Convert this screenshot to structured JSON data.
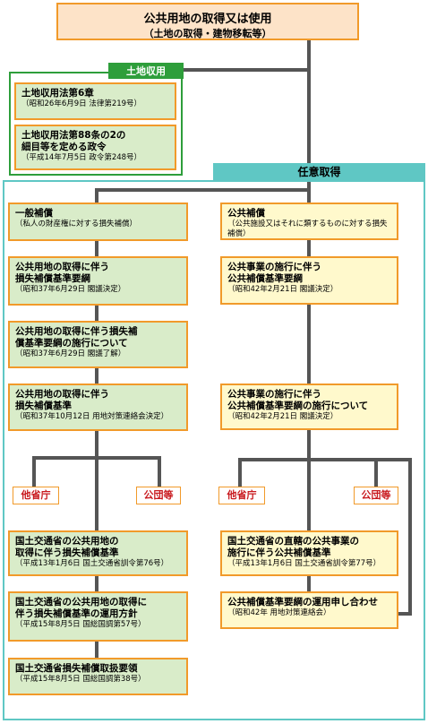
{
  "root": {
    "title": "公共用地の取得又は使用",
    "subtitle": "（土地の取得・建物移転等）"
  },
  "expropriation": {
    "label": "土地収用",
    "items": [
      {
        "title": "土地収用法第6章",
        "note": "（昭和26年6月9日 法律第219号）"
      },
      {
        "title": "土地収用法第88条の2の",
        "title2": "細目等を定める政令",
        "note": "（平成14年7月5日 政令第248号）"
      }
    ]
  },
  "voluntary": {
    "label": "任意取得",
    "left": [
      {
        "title": "一般補償",
        "note": "（私人の財産権に対する損失補償）"
      },
      {
        "title": "公共用地の取得に伴う",
        "title2": "損失補償基準要綱",
        "note": "（昭和37年6月29日 閣議決定）"
      },
      {
        "title": "公共用地の取得に伴う損失補",
        "title2": "償基準要綱の施行について",
        "note": "（昭和37年6月29日 閣議了解）"
      },
      {
        "title": "公共用地の取得に伴う",
        "title2": "損失補償基準",
        "note": "（昭和37年10月12日 用地対策連絡会決定）"
      }
    ],
    "right": [
      {
        "title": "公共補償",
        "note": "（公共施設又はそれに類するものに対する損失補償）"
      },
      {
        "title": "公共事業の施行に伴う",
        "title2": "公共補償基準要綱",
        "note": "（昭和42年2月21日 閣議決定）"
      },
      {
        "title": "公共事業の施行に伴う",
        "title2": "公共補償基準要綱の施行について",
        "note": "（昭和42年2月21日 閣議決定）"
      }
    ],
    "branch_labels": {
      "left_a": "他省庁",
      "left_b": "公団等",
      "right_a": "他省庁",
      "right_b": "公団等"
    },
    "mlit_left": [
      {
        "title": "国土交通省の公共用地の",
        "title2": "取得に伴う損失補償基準",
        "note": "（平成13年1月6日 国土交通省訓令第76号）"
      },
      {
        "title": "国土交通省の公共用地の取得に",
        "title2": "伴う損失補償基準の運用方針",
        "note": "（平成15年8月5日 国総国調第57号）"
      },
      {
        "title": "国土交通省損失補償取扱要領",
        "note": "（平成15年8月5日 国総国調第38号）"
      }
    ],
    "mlit_right": [
      {
        "title": "国土交通省の直轄の公共事業の",
        "title2": "施行に伴う公共補償基準",
        "note": "（平成13年1月6日 国土交通省訓令第77号）"
      },
      {
        "title": "公共補償基準要綱の運用申し合わせ",
        "note": "（昭和42年 用地対策連絡会）"
      }
    ]
  },
  "colors": {
    "box_border": "#f19a2a",
    "green_fill": "#d9ecc9",
    "cream_fill": "#fff9cc",
    "teal": "#5fc7c4",
    "connector": "#555555",
    "label_red": "#c8191e",
    "frame_green": "#2e9e3b"
  }
}
